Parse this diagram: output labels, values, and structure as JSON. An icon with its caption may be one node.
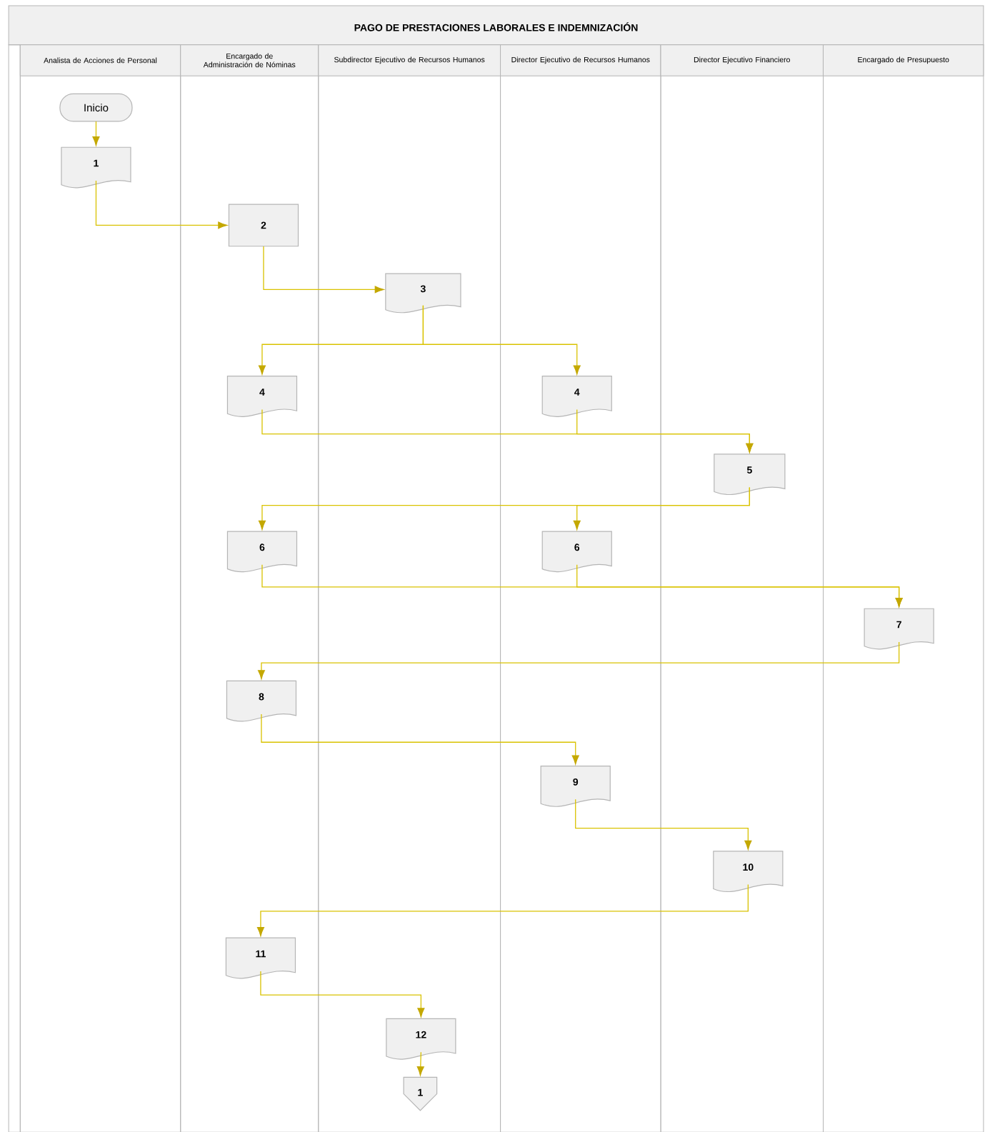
{
  "diagram": {
    "title": "PAGO DE PRESTACIONES LABORALES E INDEMNIZACIÓN",
    "nodes": [
      {
        "text": [
          "Analista de Acciones de Personal"
        ]
      },
      {
        "text": [
          "Encargado de Administración de Nóminas"
        ]
      },
      {
        "text": [
          "Subdirector Ejecutivo de Recursos Humanos"
        ]
      },
      {
        "text": [
          "Director Ejecutivo de Recursos Humanos"
        ]
      },
      {
        "text": [
          "Director Ejecutivo Financiero"
        ]
      },
      {
        "text": [
          "Encargado de Presupuesto"
        ]
      },
      {
        "text": [
          "Inicio"
        ],
        "in": 0
      },
      {
        "text": [
          "1"
        ],
        "in": 0
      },
      {
        "text": [
          "2"
        ],
        "in": 1
      },
      {
        "text": [
          "3"
        ],
        "in": 2
      },
      {
        "text": [
          "4"
        ],
        "in": 1
      },
      {
        "text": [
          "4"
        ],
        "in": 3
      },
      {
        "text": [
          "5"
        ],
        "in": 4
      },
      {
        "text": [
          "6"
        ],
        "in": 1
      },
      {
        "text": [
          "6"
        ],
        "in": 3
      },
      {
        "text": [
          "7"
        ],
        "in": 5
      },
      {
        "text": [
          "8"
        ],
        "in": 1
      },
      {
        "text": [
          "9"
        ],
        "in": 3
      },
      {
        "text": [
          "10"
        ],
        "in": 4
      },
      {
        "text": [
          "11"
        ],
        "in": 1
      },
      {
        "text": [
          "12"
        ],
        "in": 2
      },
      {
        "text": [
          "1"
        ],
        "in": 2
      }
    ],
    "edges": [
      {
        "from": 6,
        "to": 7,
        "arrow": "to"
      },
      {
        "from": 7,
        "to": 8,
        "arrow": "to"
      },
      {
        "from": 8,
        "to": 9,
        "arrow": "to"
      },
      {
        "from": 9,
        "to": 10,
        "arrow": "to"
      },
      {
        "from": 9,
        "to": 11,
        "arrow": "to"
      },
      {
        "from": 10,
        "to": 12,
        "arrow": "to"
      },
      {
        "from": 11,
        "to": 12,
        "arrow": "to"
      },
      {
        "from": 12,
        "to": 13,
        "arrow": "to"
      },
      {
        "from": 12,
        "to": 14,
        "arrow": "to"
      },
      {
        "from": 13,
        "to": 15,
        "arrow": "to"
      },
      {
        "from": 14,
        "to": 15,
        "arrow": "to"
      },
      {
        "from": 15,
        "to": 16,
        "arrow": "to"
      },
      {
        "from": 16,
        "to": 17,
        "arrow": "to"
      },
      {
        "from": 17,
        "to": 18,
        "arrow": "to"
      },
      {
        "from": 18,
        "to": 19,
        "arrow": "to"
      },
      {
        "from": 19,
        "to": 20,
        "arrow": "to"
      },
      {
        "from": 20,
        "to": 21,
        "arrow": "to"
      }
    ]
  }
}
